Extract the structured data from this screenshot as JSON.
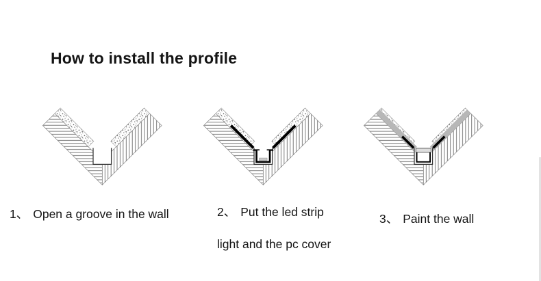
{
  "title": "How to install the profile",
  "steps": [
    {
      "number": "1、",
      "lines": [
        "Open a groove in the wall"
      ]
    },
    {
      "number": "2、",
      "lines": [
        "Put the led strip",
        "light and the pc cover"
      ]
    },
    {
      "number": "3、",
      "lines": [
        "Paint the wall"
      ]
    }
  ],
  "diagrams": [
    {
      "name": "wall-corner-section-with-groove"
    },
    {
      "name": "wall-corner-section-with-led-profile-and-cover"
    },
    {
      "name": "wall-corner-section-painted"
    }
  ],
  "colors": {
    "wall_hatch": "#5a5a5a",
    "plaster_speckle": "#555555",
    "profile_black": "#000000",
    "paint_gray": "#b7b7b7",
    "groove_outline": "#333333",
    "background": "#ffffff"
  }
}
